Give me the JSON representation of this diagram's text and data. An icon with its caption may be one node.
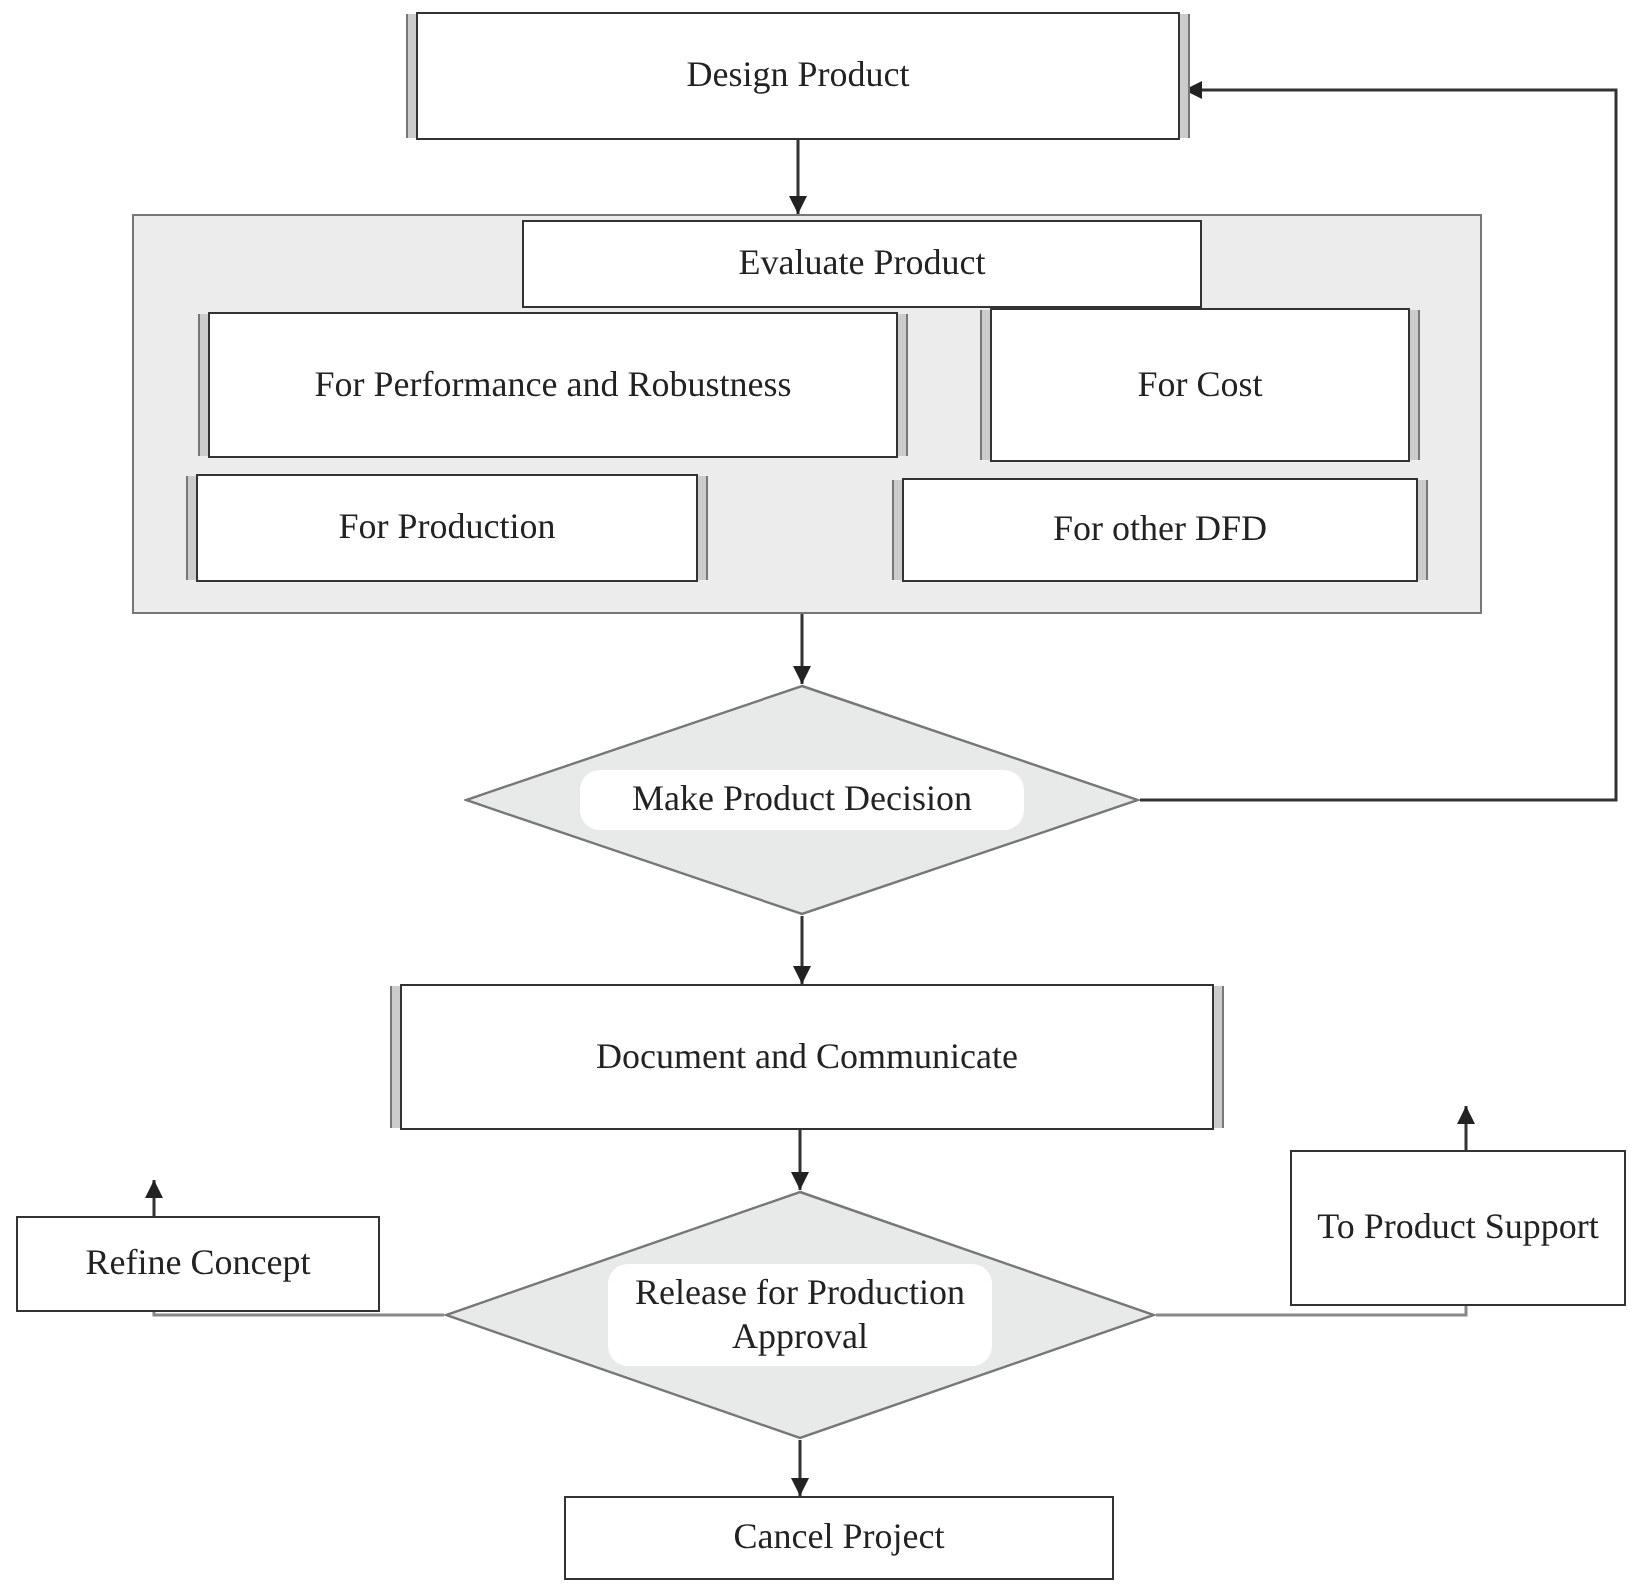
{
  "diagram": {
    "nodes": [
      {
        "text": [
          "Design Product"
        ]
      },
      {
        "text": [
          "Evaluate Product"
        ]
      },
      {
        "text": [
          "For Performance and Robustness"
        ],
        "in": 1
      },
      {
        "text": [
          "For Cost"
        ],
        "in": 1
      },
      {
        "text": [
          "For Production"
        ],
        "in": 1
      },
      {
        "text": [
          "For other DFD"
        ],
        "in": 1
      },
      {
        "text": [
          "Make Product Decision"
        ]
      },
      {
        "text": [
          "Document and Communicate"
        ]
      },
      {
        "text": [
          "Release for Production Approval"
        ]
      },
      {
        "text": [
          "Refine Concept"
        ]
      },
      {
        "text": [
          "To Product Support"
        ]
      },
      {
        "text": [
          "Cancel Project"
        ]
      }
    ],
    "edges": [
      {
        "from": 0,
        "to": 1,
        "arrow": "to"
      },
      {
        "from": 1,
        "to": 6,
        "arrow": "to"
      },
      {
        "from": 6,
        "to": 0,
        "arrow": "to"
      },
      {
        "from": 6,
        "to": 7,
        "arrow": "to"
      },
      {
        "from": 7,
        "to": 8,
        "arrow": "to"
      },
      {
        "from": 8,
        "to": 9,
        "arrow": "none"
      },
      {
        "from": 9,
        "to": null,
        "arrow": "to"
      },
      {
        "from": 8,
        "to": 10,
        "arrow": "none"
      },
      {
        "from": 10,
        "to": null,
        "arrow": "to"
      },
      {
        "from": 8,
        "to": 11,
        "arrow": "to"
      }
    ]
  }
}
